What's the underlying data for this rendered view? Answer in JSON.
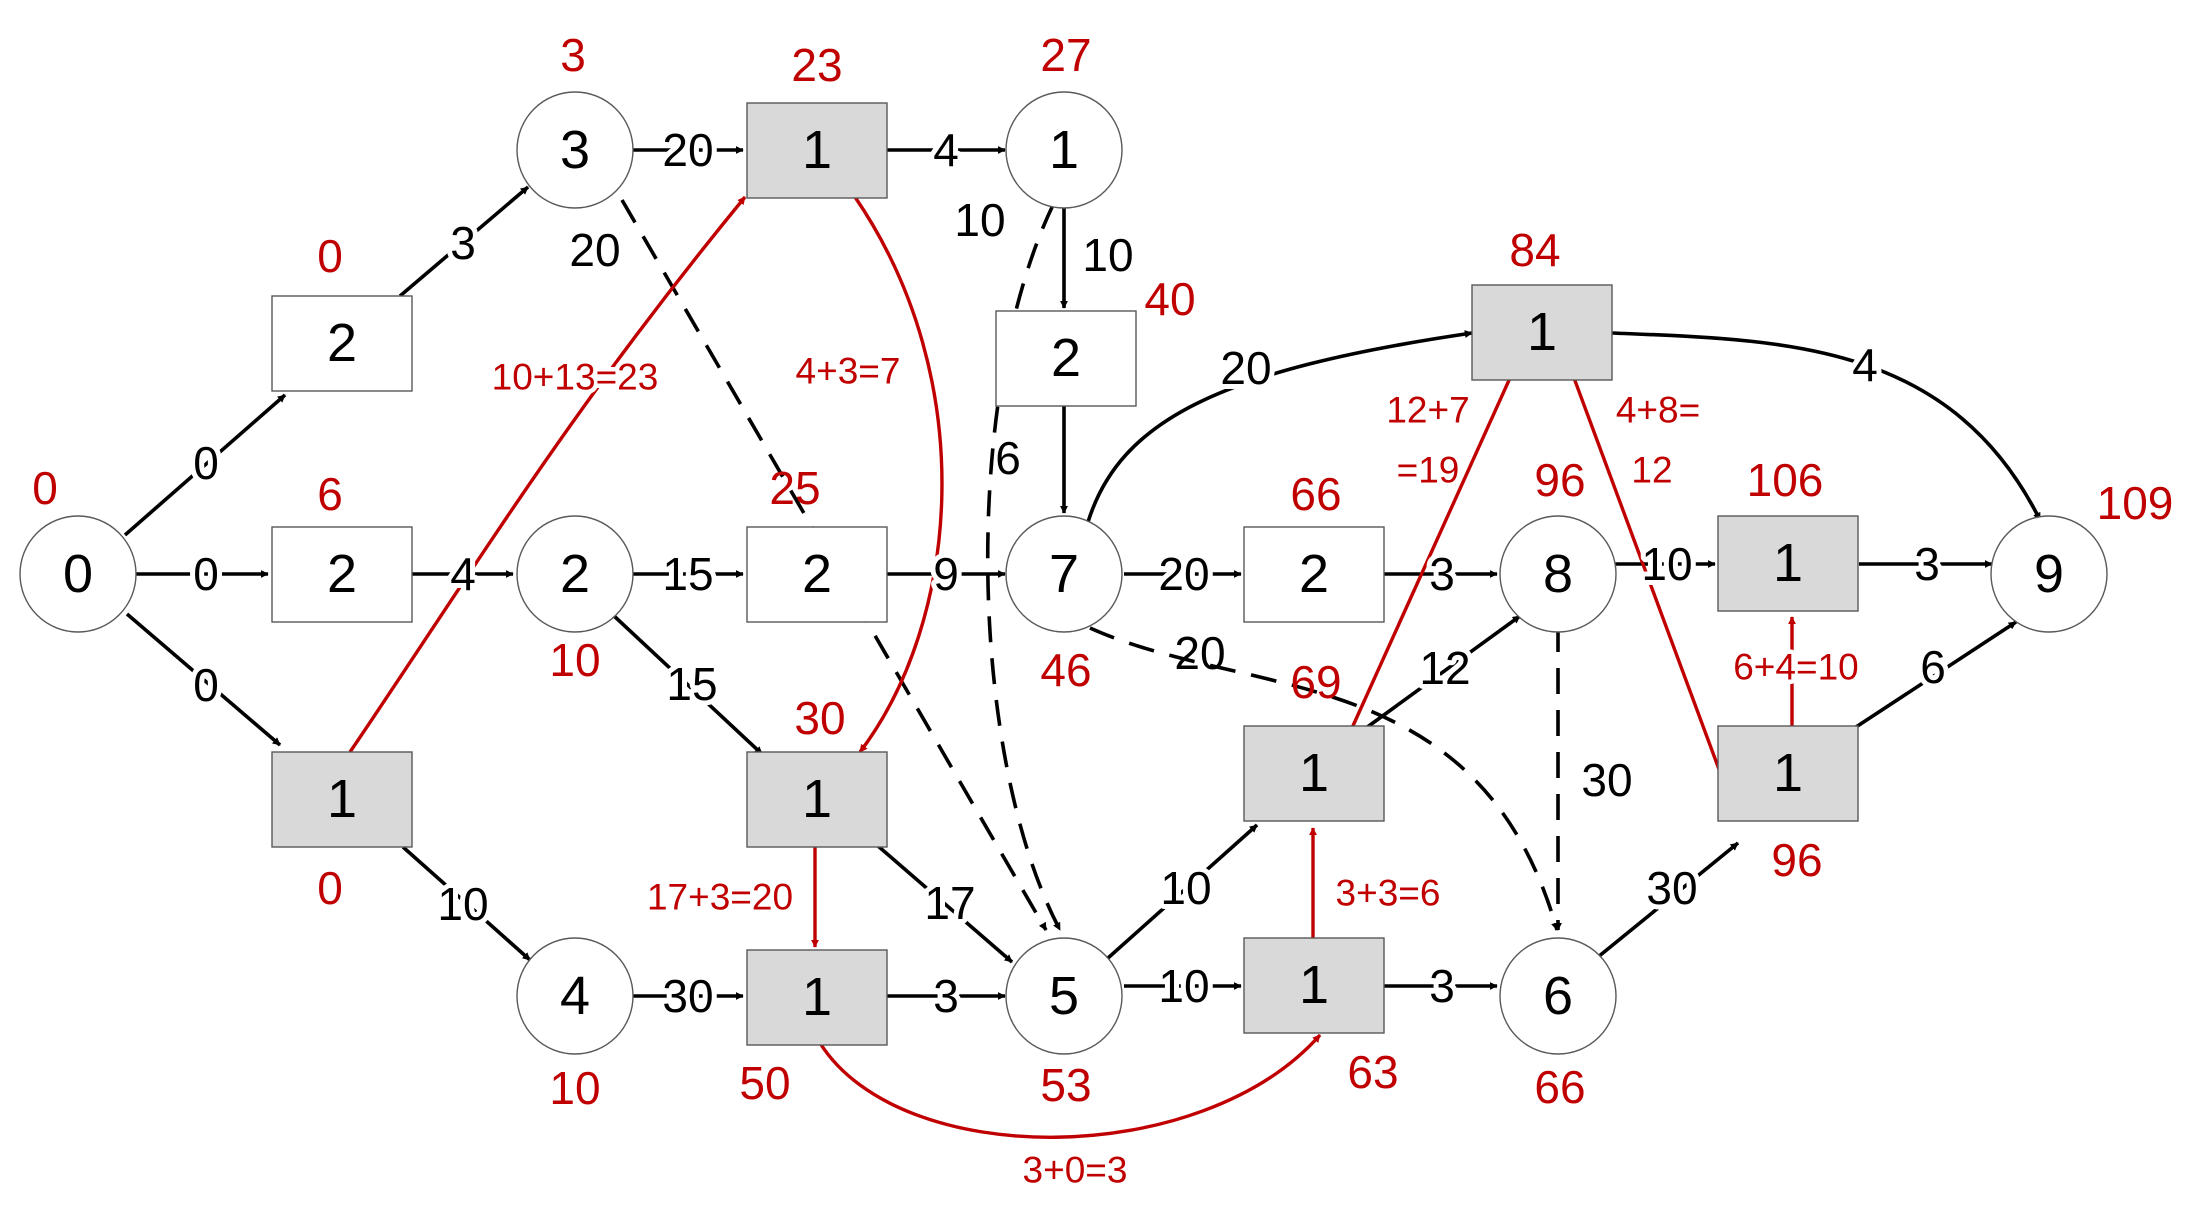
{
  "nodes": {
    "c0": "0",
    "b_top": "2",
    "b_mid": "2",
    "b_bot": "1",
    "c3": "3",
    "c2": "2",
    "c4": "4",
    "g_top": "1",
    "w_mid": "2",
    "g30": "1",
    "g50": "1",
    "c1": "1",
    "w40": "2",
    "c7": "7",
    "c5": "5",
    "g84": "1",
    "w66": "2",
    "g69": "1",
    "g63": "1",
    "c8": "8",
    "c6": "6",
    "g106": "1",
    "g96": "1",
    "c9": "9"
  },
  "edge_weights": {
    "c0_b_top": "0",
    "c0_b_mid": "0",
    "c0_b_bot": "0",
    "b_top_c3": "3",
    "b_mid_c2": "4",
    "b_bot_c4": "10",
    "c3_g_top": "20",
    "c3_c5": "20",
    "c2_w_mid": "15",
    "c2_g30": "15",
    "c4_g50": "30",
    "g_top_c1": "4",
    "w_mid_c7": "9",
    "g30_c5": "17",
    "g50_c5": "3",
    "c1_w40": "10",
    "c1_c5": "10",
    "w40_c7": "6",
    "c7_g84": "20",
    "c7_w66": "20",
    "c7_c6": "20",
    "c5_g69": "10",
    "c5_g63": "10",
    "g84_c9": "4",
    "w66_c8": "3",
    "g69_c8": "12",
    "g63_c6": "3",
    "c8_c6": "30",
    "c8_g106": "10",
    "c6_g96": "30",
    "g106_c9": "3",
    "g96_c9": "6"
  },
  "times": {
    "c0": "0",
    "b_top": "0",
    "b_mid": "6",
    "b_bot": "0",
    "c3": "3",
    "c2": "10",
    "c4": "10",
    "g_top": "23",
    "w_mid": "25",
    "g30": "30",
    "g50": "50",
    "c1": "27",
    "w40": "40",
    "c7": "46",
    "c5": "53",
    "g84": "84",
    "w66": "66",
    "g69": "69",
    "g63": "63",
    "c8": "96",
    "c6": "66",
    "g106": "106",
    "g96": "96",
    "c9": "109"
  },
  "calc_labels": {
    "b_bot_g_top": "10+13=23",
    "g_top_g30": "4+3=7",
    "g30_g50": "17+3=20",
    "g50_g63": "3+0=3",
    "g63_g69": "3+3=6",
    "g69_g84_line1": "12+7",
    "g69_g84_line2": "=19",
    "g84_g96_line1": "4+8=",
    "g84_g96_line2": "12",
    "g96_g106": "6+4=10"
  },
  "colors": {
    "critical_path": "#c00000",
    "grey_node_fill": "#d9d9d9",
    "edge": "#000000"
  }
}
